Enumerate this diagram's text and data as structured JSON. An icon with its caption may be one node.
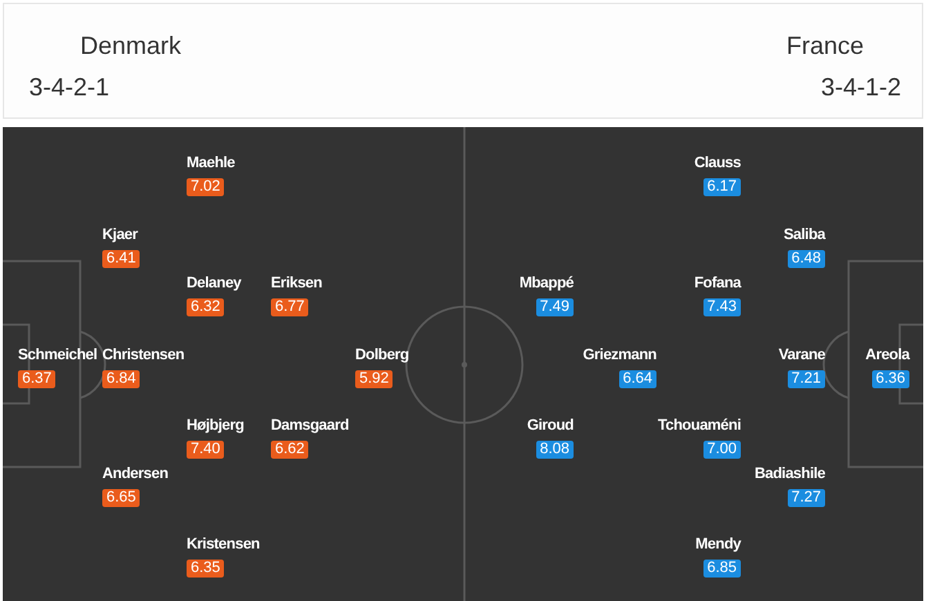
{
  "diagram": {
    "nodes": [
      {
        "text": [
          "Maehle",
          "7.02"
        ]
      },
      {
        "text": [
          "Kjaer",
          "6.41"
        ]
      },
      {
        "text": [
          "Delaney",
          "6.32"
        ]
      },
      {
        "text": [
          "Eriksen",
          "6.77"
        ]
      },
      {
        "text": [
          "Schmeichel",
          "6.37"
        ]
      },
      {
        "text": [
          "Christensen",
          "6.84"
        ]
      },
      {
        "text": [
          "Dolberg",
          "5.92"
        ]
      },
      {
        "text": [
          "Højbjerg",
          "7.40"
        ]
      },
      {
        "text": [
          "Damsgaard",
          "6.62"
        ]
      },
      {
        "text": [
          "Andersen",
          "6.65"
        ]
      },
      {
        "text": [
          "Kristensen",
          "6.35"
        ]
      },
      {
        "text": [
          "Clauss",
          "6.17"
        ]
      },
      {
        "text": [
          "Saliba",
          "6.48"
        ]
      },
      {
        "text": [
          "Mbappé",
          "7.49"
        ]
      },
      {
        "text": [
          "Fofana",
          "7.43"
        ]
      },
      {
        "text": [
          "Griezmann",
          "6.64"
        ]
      },
      {
        "text": [
          "Varane",
          "7.21"
        ]
      },
      {
        "text": [
          "Areola",
          "6.36"
        ]
      },
      {
        "text": [
          "Giroud",
          "8.08"
        ]
      },
      {
        "text": [
          "Tchouaméni",
          "7.00"
        ]
      },
      {
        "text": [
          "Badiashile",
          "7.27"
        ]
      },
      {
        "text": [
          "Mendy",
          "6.85"
        ]
      }
    ],
    "labels": [
      "Denmark",
      "France",
      "3-4-2-1",
      "3-4-1-2"
    ]
  }
}
